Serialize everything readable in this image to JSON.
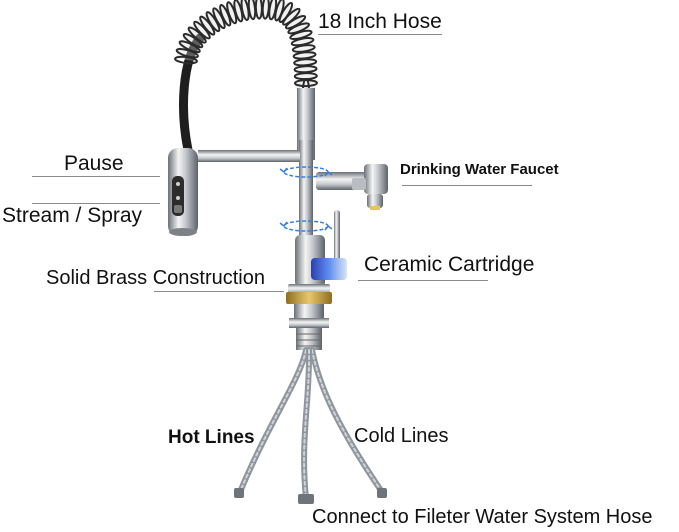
{
  "labels": {
    "hose": "18 Inch Hose",
    "pause": "Pause",
    "stream_spray": "Stream / Spray",
    "drinking_faucet": "Drinking Water Faucet",
    "ceramic": "Ceramic Cartridge",
    "brass": "Solid Brass Construction",
    "hot": "Hot Lines",
    "cold": "Cold Lines",
    "connect": "Connect to Fileter Water System Hose"
  },
  "colors": {
    "chrome_light": "#f2f2f2",
    "chrome_mid": "#b8bcc2",
    "chrome_dark": "#5d6268",
    "spring": "#2a2a2a",
    "hose_black": "#1e1e1e",
    "swivel_arrow": "#3b7fd6",
    "cartridge_blue": "#3b62d8",
    "brass_ring": "#c8a24a",
    "braided_line": "#9aa0a8"
  },
  "icons": [
    "swivel-arrow-icon",
    "faucet-illustration"
  ]
}
